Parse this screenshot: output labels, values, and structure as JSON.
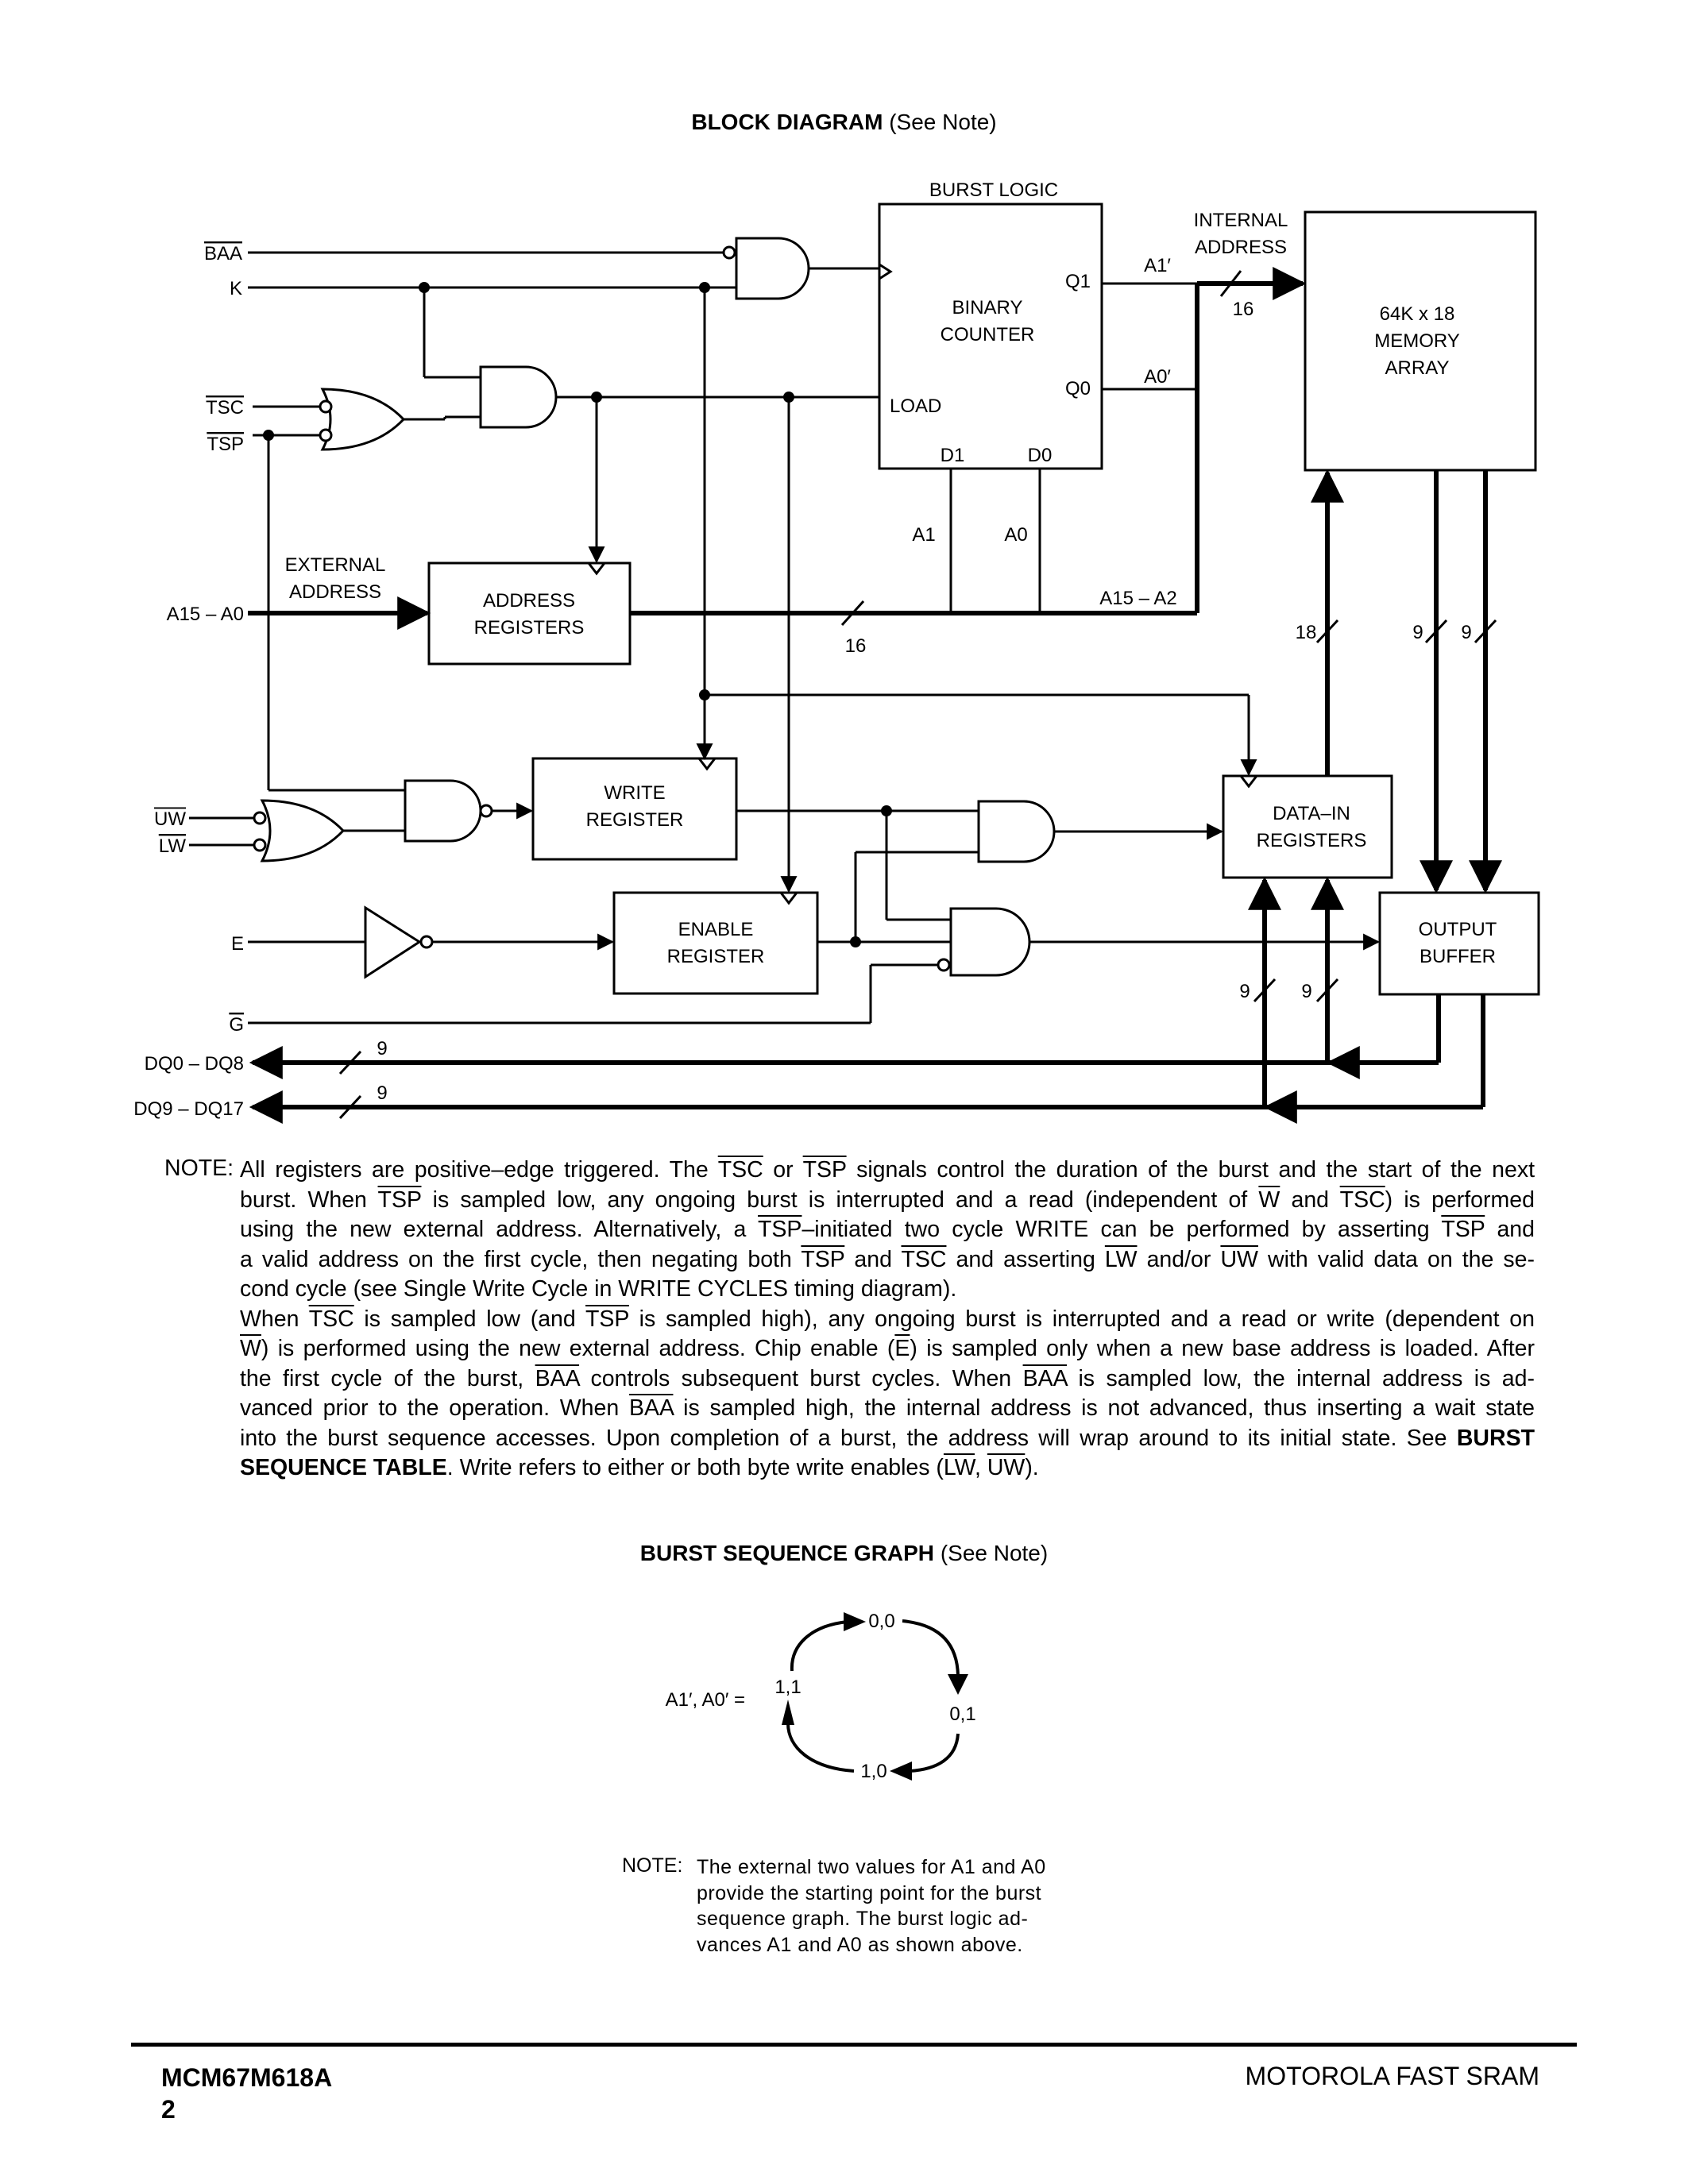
{
  "block_diagram": {
    "title": "BLOCK DIAGRAM",
    "title_note": "(See Note)",
    "signals": {
      "baa": "BAA",
      "k": "K",
      "tsc": "TSC",
      "tsp": "TSP",
      "addr_in": "A15 – A0",
      "uw": "UW",
      "lw": "LW",
      "e": "E",
      "g": "G",
      "dq_low": "DQ0 – DQ8",
      "dq_high": "DQ9 – DQ17"
    },
    "blocks": {
      "burst_logic": "BURST LOGIC",
      "binary_counter_1": "BINARY",
      "binary_counter_2": "COUNTER",
      "q1": "Q1",
      "q0": "Q0",
      "load": "LOAD",
      "d1": "D1",
      "d0": "D0",
      "memory_1": "64K x 18",
      "memory_2": "MEMORY",
      "memory_3": "ARRAY",
      "addr_reg_1": "ADDRESS",
      "addr_reg_2": "REGISTERS",
      "write_reg_1": "WRITE",
      "write_reg_2": "REGISTER",
      "enable_reg_1": "ENABLE",
      "enable_reg_2": "REGISTER",
      "datain_1": "DATA–IN",
      "datain_2": "REGISTERS",
      "outbuf_1": "OUTPUT",
      "outbuf_2": "BUFFER"
    },
    "labels": {
      "internal_address_1": "INTERNAL",
      "internal_address_2": "ADDRESS",
      "external_address_1": "EXTERNAL",
      "external_address_2": "ADDRESS",
      "a1_prime": "A1′",
      "a0_prime": "A0′",
      "a1": "A1",
      "a0": "A0",
      "a15_a2": "A15 – A2",
      "bus16_a": "16",
      "bus16_b": "16",
      "bus18": "18",
      "bus9_a": "9",
      "bus9_b": "9",
      "bus9_c": "9",
      "bus9_d": "9",
      "bus9_e": "9",
      "bus9_f": "9"
    }
  },
  "note": {
    "label": "NOTE:",
    "lines": [
      [
        "All registers are positive–edge triggered. The ",
        {
          "o": "TSC"
        },
        " or ",
        {
          "o": "TSP"
        },
        " signals control the duration of the burst and the start of the next"
      ],
      [
        "burst. When ",
        {
          "o": "TSP"
        },
        " is sampled low, any ongoing burst is interrupted and a read (independent of ",
        {
          "o": "W"
        },
        " and ",
        {
          "o": "TSC"
        },
        ") is performed"
      ],
      [
        "using the new external address. Alternatively, a ",
        {
          "o": "TSP"
        },
        "–initiated two cycle WRITE can be performed by asserting ",
        {
          "o": "TSP"
        },
        " and"
      ],
      [
        "a valid address on the first cycle, then negating both ",
        {
          "o": "TSP"
        },
        " and ",
        {
          "o": "TSC"
        },
        " and asserting ",
        {
          "o": "LW"
        },
        " and/or ",
        {
          "o": "UW"
        },
        " with valid data on the se-"
      ],
      [
        "cond cycle (see Single Write Cycle in WRITE CYCLES timing diagram)."
      ],
      [
        "When ",
        {
          "o": "TSC"
        },
        " is sampled low (and ",
        {
          "o": "TSP"
        },
        " is sampled high), any ongoing burst is interrupted and a read or write (dependent on"
      ],
      [
        {
          "o": "W"
        },
        ") is performed using the new external address. Chip enable (",
        {
          "o": "E"
        },
        ") is sampled only when a new base address is loaded. After"
      ],
      [
        "the first cycle of the burst, ",
        {
          "o": "BAA"
        },
        " controls subsequent burst cycles. When ",
        {
          "o": "BAA"
        },
        " is sampled low, the internal address is ad-"
      ],
      [
        "vanced prior to the operation. When ",
        {
          "o": "BAA"
        },
        " is sampled high, the internal address is not advanced, thus inserting a wait state"
      ],
      [
        "into the burst sequence accesses. Upon completion of a burst, the address will wrap around to its initial state. See ",
        {
          "b": "BURST"
        }
      ],
      [
        {
          "b": "SEQUENCE TABLE"
        },
        ". Write refers to either or both byte write enables (",
        {
          "o": "LW"
        },
        ", ",
        {
          "o": "UW"
        },
        ")."
      ]
    ]
  },
  "burst_graph": {
    "title": "BURST SEQUENCE GRAPH",
    "title_note": "(See Note)",
    "prefix": "A1′, A0′ =",
    "states": [
      "0,0",
      "0,1",
      "1,0",
      "1,1"
    ],
    "note_label": "NOTE:",
    "note_lines": [
      "The external two values for A1 and A0",
      "provide the starting point for the burst",
      "sequence graph. The burst logic ad-",
      "vances A1 and A0 as shown above."
    ]
  },
  "footer": {
    "part": "MCM67M618A",
    "page": "2",
    "brand": "MOTOROLA FAST SRAM"
  }
}
